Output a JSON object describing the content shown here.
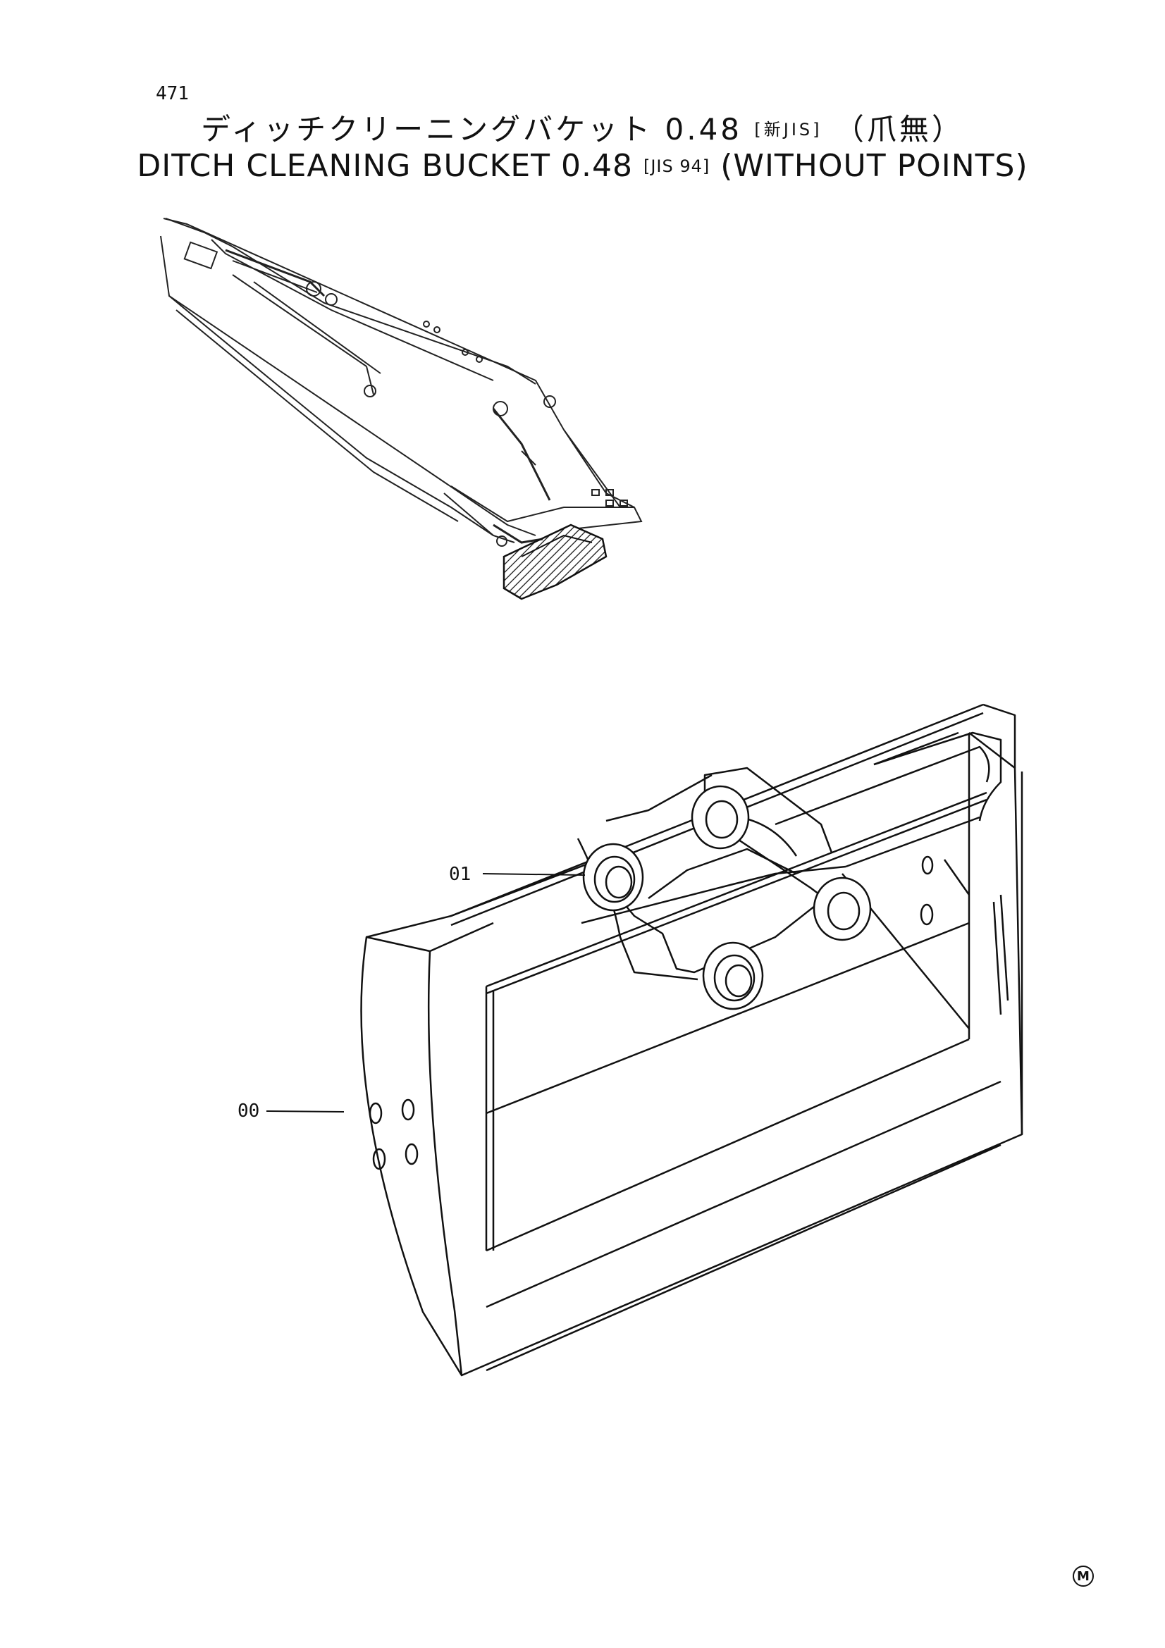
{
  "page_number": "471",
  "title_jp": {
    "main": "ディッチクリーニングバケット 0.48",
    "bracket": "[新JIS]",
    "suffix": "（爪無）"
  },
  "title_en": {
    "main": "DITCH CLEANING BUCKET 0.48",
    "bracket": "[JIS 94]",
    "suffix": "(WITHOUT POINTS)"
  },
  "callouts": [
    {
      "id": "00",
      "label": "00"
    },
    {
      "id": "01",
      "label": "01"
    }
  ],
  "corner_mark": "M"
}
